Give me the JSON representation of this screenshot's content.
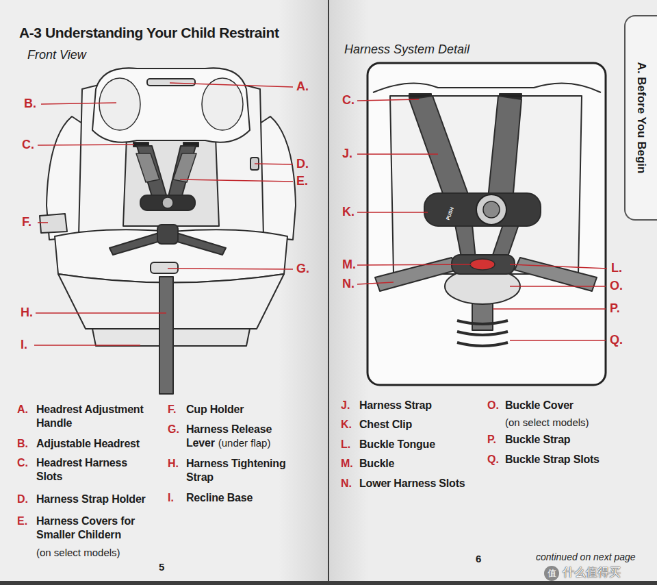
{
  "diagram": {
    "title": "A-3 Understanding Your Child Restraint",
    "nodes": [
      {
        "text": [
          "A. Before You Begin"
        ]
      }
    ],
    "labels": [
      "Front View",
      "A.",
      "B.",
      "C.",
      "D.",
      "E.",
      "F.",
      "G.",
      "H.",
      "I.",
      "Harness System Detail",
      "C.",
      "J.",
      "K.",
      "M.",
      "L.",
      "N.",
      "O.",
      "P.",
      "Q.",
      "A.",
      "Headrest Adjustment Handle",
      "B.",
      "Adjustable Headrest",
      "C.",
      "Headrest Harness Slots",
      "D.",
      "Harness Strap Holder",
      "E.",
      "Harness Covers for Smaller Childern",
      "(on select models)",
      "F.",
      "Cup Holder",
      "G.",
      "Harness Release Lever",
      "(under flap)",
      "H.",
      "Harness Tightening Strap",
      "I.",
      "Recline Base",
      "5",
      "J.",
      "Harness Strap",
      "K.",
      "Chest Clip",
      "L.",
      "Buckle Tongue",
      "M.",
      "Buckle",
      "N.",
      "Lower Harness Slots",
      "O.",
      "Buckle Cover",
      "(on select models)",
      "P.",
      "Buckle Strap",
      "Q.",
      "Buckle Strap Slots",
      "6",
      "continued on next page",
      "值",
      "什么值得买",
      "PUSH"
    ]
  }
}
